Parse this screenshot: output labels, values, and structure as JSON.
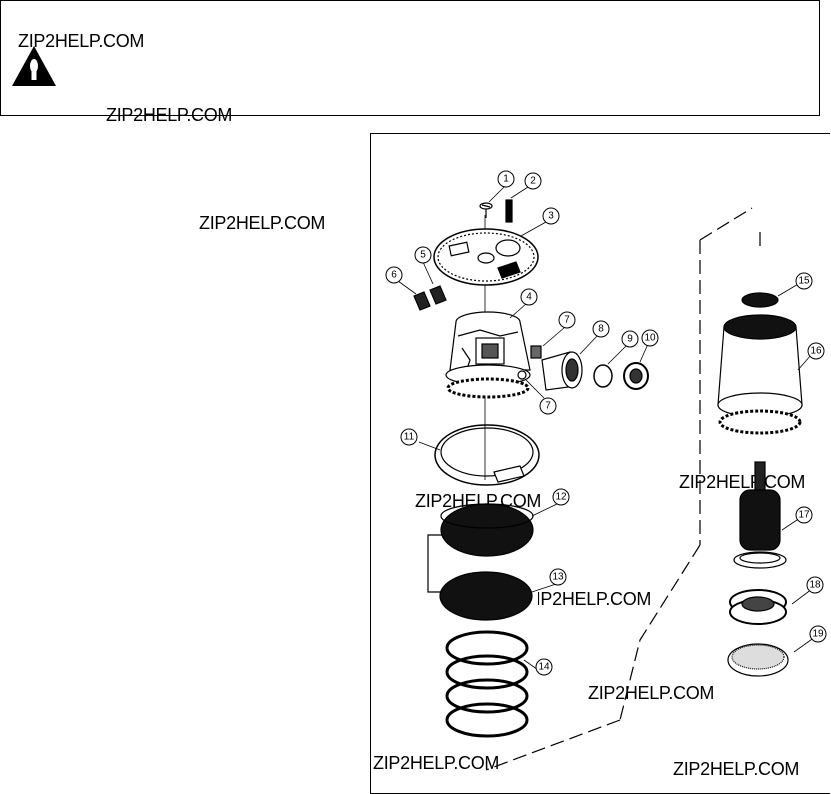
{
  "watermark": "ZIP2HELP.COM",
  "callouts": [
    "1",
    "2",
    "3",
    "4",
    "5",
    "6",
    "7",
    "7",
    "8",
    "9",
    "10",
    "11",
    "12",
    "13",
    "14",
    "15",
    "16",
    "17",
    "18",
    "19"
  ]
}
